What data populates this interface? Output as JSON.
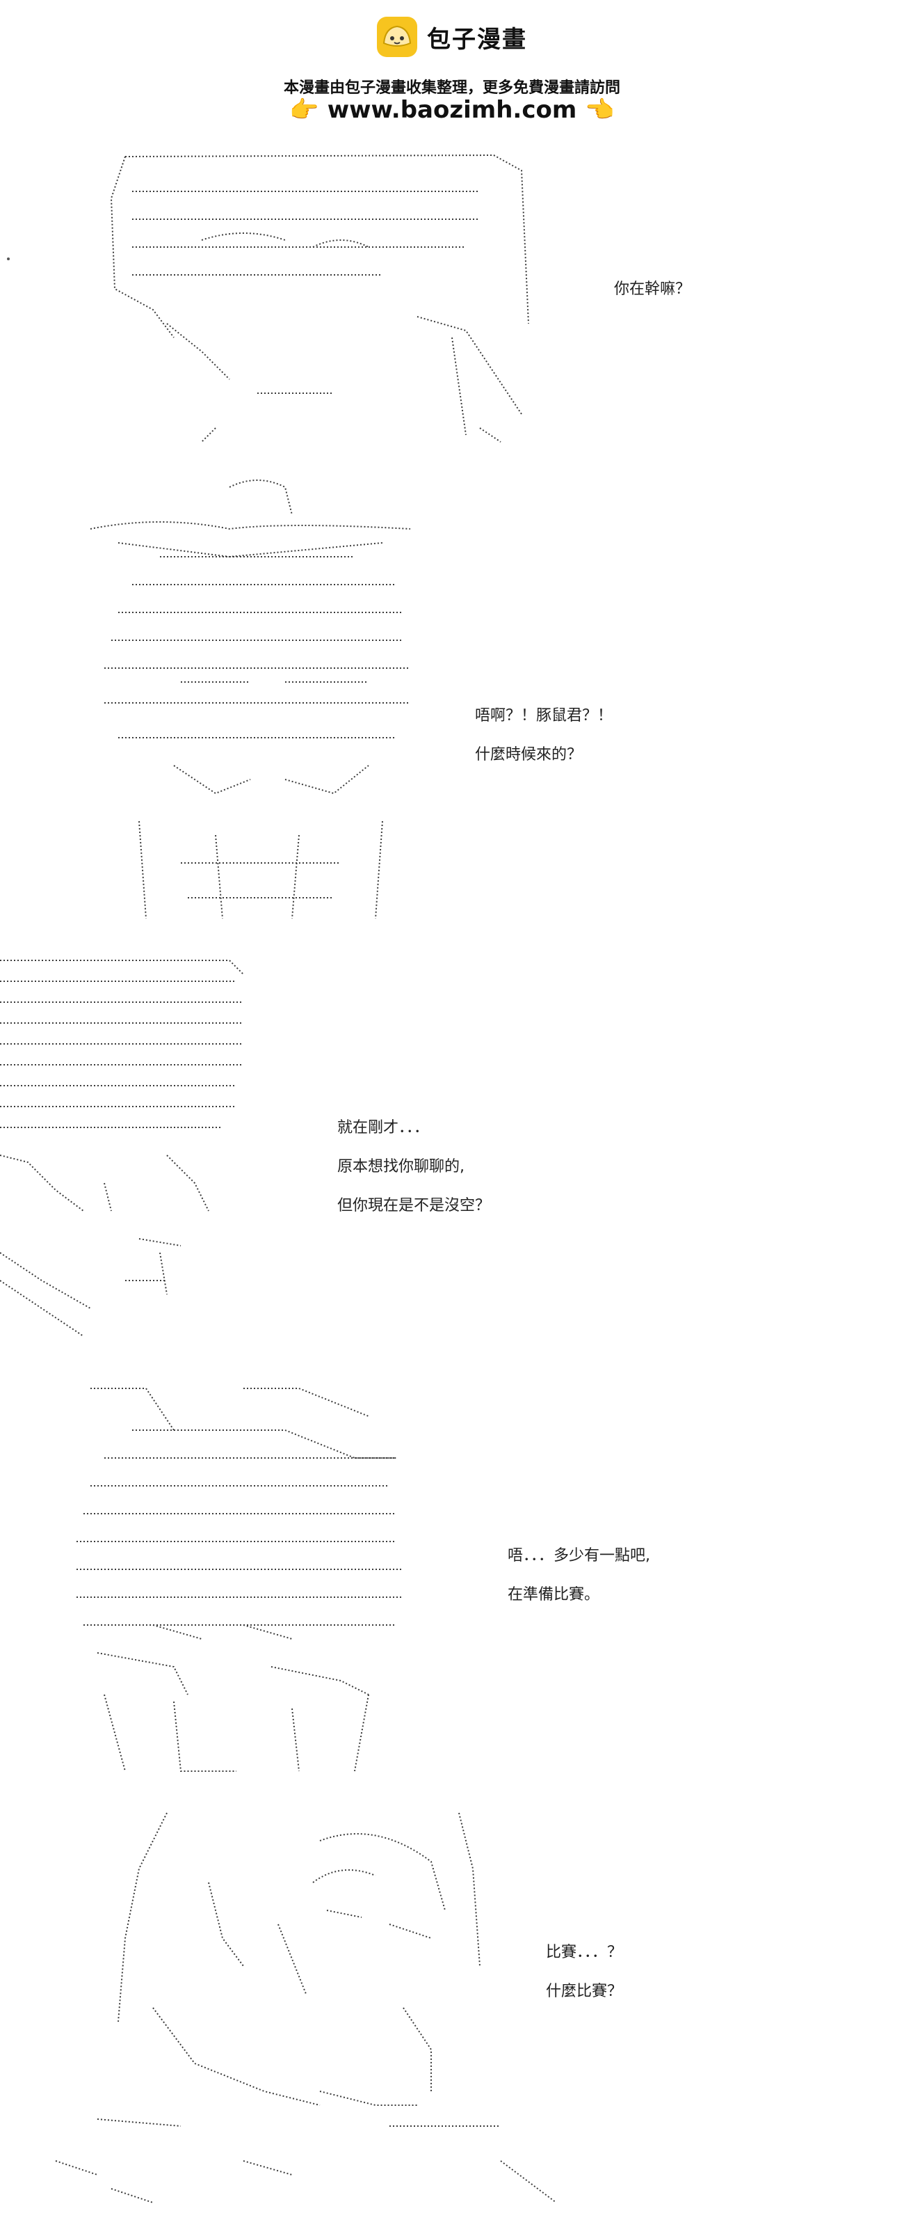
{
  "header": {
    "site_name": "包子漫畫",
    "notice": "本漫畫由包子漫畫收集整理，更多免費漫畫請訪問",
    "url": "www.baozimh.com",
    "pointer_left": "👉",
    "pointer_right": "👈",
    "logo_color": "#f7c41f"
  },
  "panels": [
    {
      "lines": [
        "你在幹嘛？"
      ]
    },
    {
      "lines": [
        "唔啊？！豚鼠君？！",
        "什麼時候來的？"
      ]
    },
    {
      "lines": [
        "就在剛才．．．",
        "原本想找你聊聊的,",
        "但你現在是不是沒空？"
      ]
    },
    {
      "lines": [
        "唔．．．多少有一點吧,",
        "在準備比賽。"
      ]
    },
    {
      "lines": [
        "比賽．．．？",
        "什麼比賽？"
      ]
    }
  ],
  "art_color": "#3a3a3a"
}
